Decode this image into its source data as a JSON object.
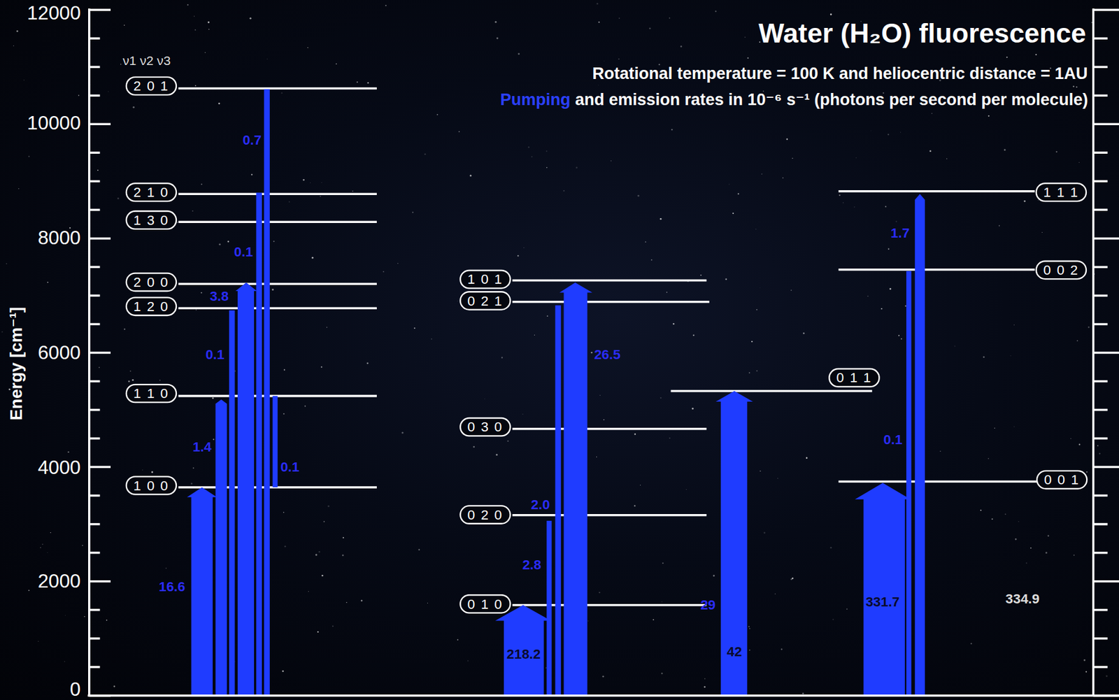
{
  "diagram": {
    "title": "Water (H₂O) fluorescence",
    "nodes": [
      {
        "text": [
          "2 0 1"
        ]
      },
      {
        "text": [
          "2 1 0"
        ]
      },
      {
        "text": [
          "1 3 0"
        ]
      },
      {
        "text": [
          "2 0 0"
        ]
      },
      {
        "text": [
          "1 2 0"
        ]
      },
      {
        "text": [
          "1 1 0"
        ]
      },
      {
        "text": [
          "1 0 0"
        ]
      },
      {
        "text": [
          "1 0 1"
        ]
      },
      {
        "text": [
          "0 2 1"
        ]
      },
      {
        "text": [
          "0 3 0"
        ]
      },
      {
        "text": [
          "0 2 0"
        ]
      },
      {
        "text": [
          "0 1 0"
        ]
      },
      {
        "text": [
          "1 1 1"
        ]
      },
      {
        "text": [
          "0 0 2"
        ]
      },
      {
        "text": [
          "0 1 1"
        ]
      },
      {
        "text": [
          "0 0 1"
        ]
      }
    ],
    "labels": [
      "Rotational temperature = 100 K and heliocentric distance = 1AU",
      "Pumping",
      "and emission rates in 10⁻⁶ s⁻¹ (photons per second per molecule)",
      "Energy [cm⁻¹]",
      "12000",
      "10000",
      "8000",
      "6000",
      "4000",
      "2000",
      "0",
      "ν1 ν2 ν3",
      "0.7",
      "0.1",
      "3.8",
      "0.1",
      "1.4",
      "0.1",
      "16.6",
      "2.0",
      "2.8",
      "218.2",
      "26.5",
      "29",
      "42",
      "1.7",
      "0.1",
      "331.7",
      "334.9"
    ]
  }
}
